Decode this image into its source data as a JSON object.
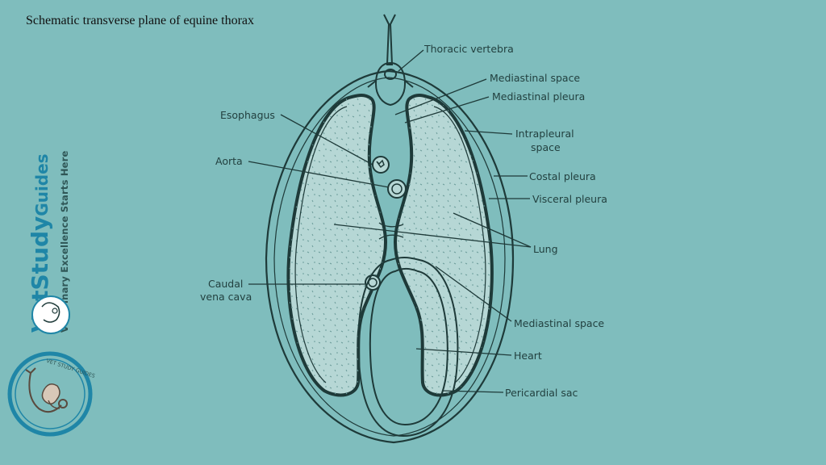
{
  "title": "Schematic transverse plane of equine thorax",
  "brand": {
    "name_part1": "Vet",
    "name_part2": "Study",
    "name_part3": "Guides",
    "tagline": "Veterinary Excellence Starts Here",
    "badge_text": "VET STUDY GUIDES"
  },
  "labels": {
    "thoracic_vertebra": "Thoracic vertebra",
    "mediastinal_space_top": "Mediastinal space",
    "mediastinal_pleura": "Mediastinal pleura",
    "intrapleural_space_1": "Intrapleural",
    "intrapleural_space_2": "space",
    "costal_pleura": "Costal pleura",
    "visceral_pleura": "Visceral pleura",
    "lung": "Lung",
    "mediastinal_space_bottom": "Mediastinal space",
    "heart": "Heart",
    "pericardial_sac": "Pericardial sac",
    "esophagus": "Esophagus",
    "aorta": "Aorta",
    "caudal_vena_cava_1": "Caudal",
    "caudal_vena_cava_2": "vena cava"
  },
  "colors": {
    "background": "#7fbdbd",
    "line": "#1e3a39",
    "lung_fill": "#b6d7d5",
    "brand_blue": "#1f86a7"
  }
}
